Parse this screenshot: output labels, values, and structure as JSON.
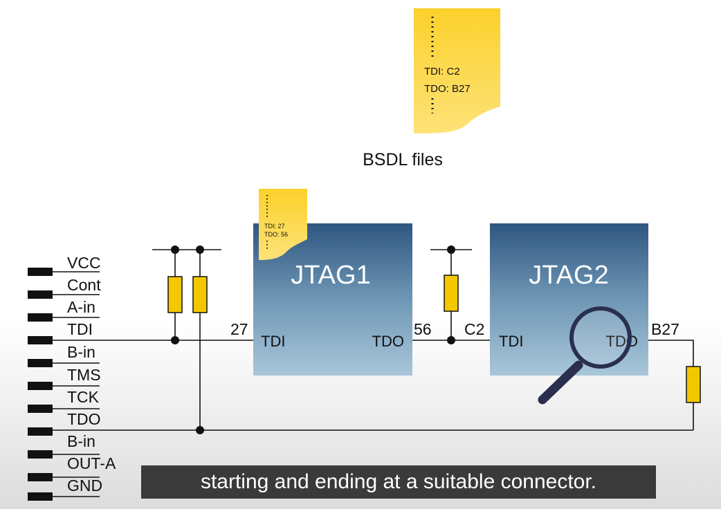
{
  "connector": {
    "pins": [
      "VCC",
      "Cont",
      "A-in",
      "TDI",
      "B-in",
      "TMS",
      "TCK",
      "TDO",
      "B-in",
      "OUT-A",
      "GND"
    ]
  },
  "bsdl_main": {
    "line1": "TDI: C2",
    "line2": "TDO: B27",
    "caption": "BSDL files"
  },
  "bsdl_small": {
    "line1": "TDI: 27",
    "line2": "TDO: 56"
  },
  "chip1": {
    "title": "JTAG1",
    "port_in": "TDI",
    "port_out": "TDO"
  },
  "chip2": {
    "title": "JTAG2",
    "port_in": "TDI",
    "port_out": "TDO"
  },
  "nets": {
    "n27": "27",
    "n56": "56",
    "nC2": "C2",
    "nB27": "B27"
  },
  "subtitle": "starting and ending at a suitable connector.",
  "colors": {
    "resistor": "#f3c800",
    "bsdl": "#fbd63a",
    "chip_top": "#2f5680",
    "chip_bottom": "#a6c4d8"
  },
  "icons": {
    "magnifier": "magnifier-icon"
  }
}
